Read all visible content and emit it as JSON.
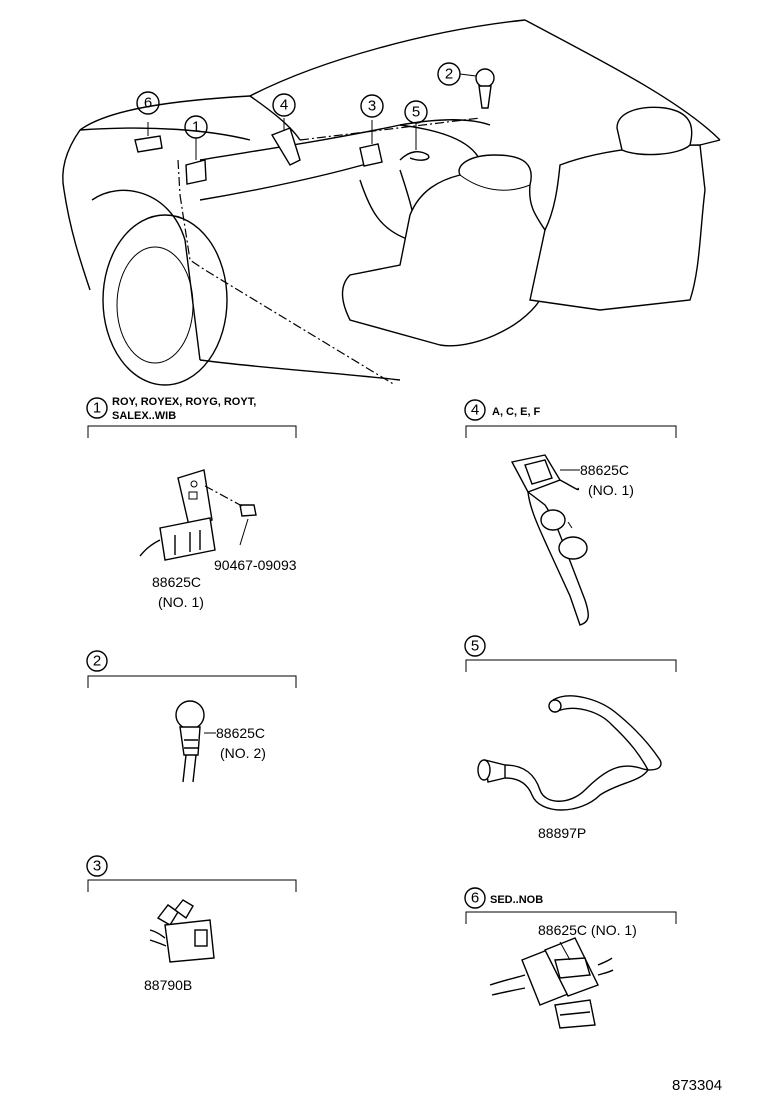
{
  "overview": {
    "callouts": [
      "6",
      "1",
      "4",
      "3",
      "5",
      "2"
    ]
  },
  "sections": [
    {
      "number": "1",
      "heading_line1": "ROY, ROYEX, ROYG, ROYT,",
      "heading_line2": "SALEX..WIB",
      "part_code": "88625C",
      "part_note": "(NO. 1)",
      "bolt_code": "90467-09093"
    },
    {
      "number": "2",
      "heading": "",
      "part_code": "88625C",
      "part_note": "(NO. 2)"
    },
    {
      "number": "3",
      "heading": "",
      "part_code": "88790B"
    },
    {
      "number": "4",
      "heading": "A, C, E, F",
      "part_code": "88625C",
      "part_note": "(NO. 1)"
    },
    {
      "number": "5",
      "heading": "",
      "part_code": "88897P"
    },
    {
      "number": "6",
      "heading": "SED..NOB",
      "part_label": "88625C (NO. 1)"
    }
  ],
  "diagram_id": "873304"
}
